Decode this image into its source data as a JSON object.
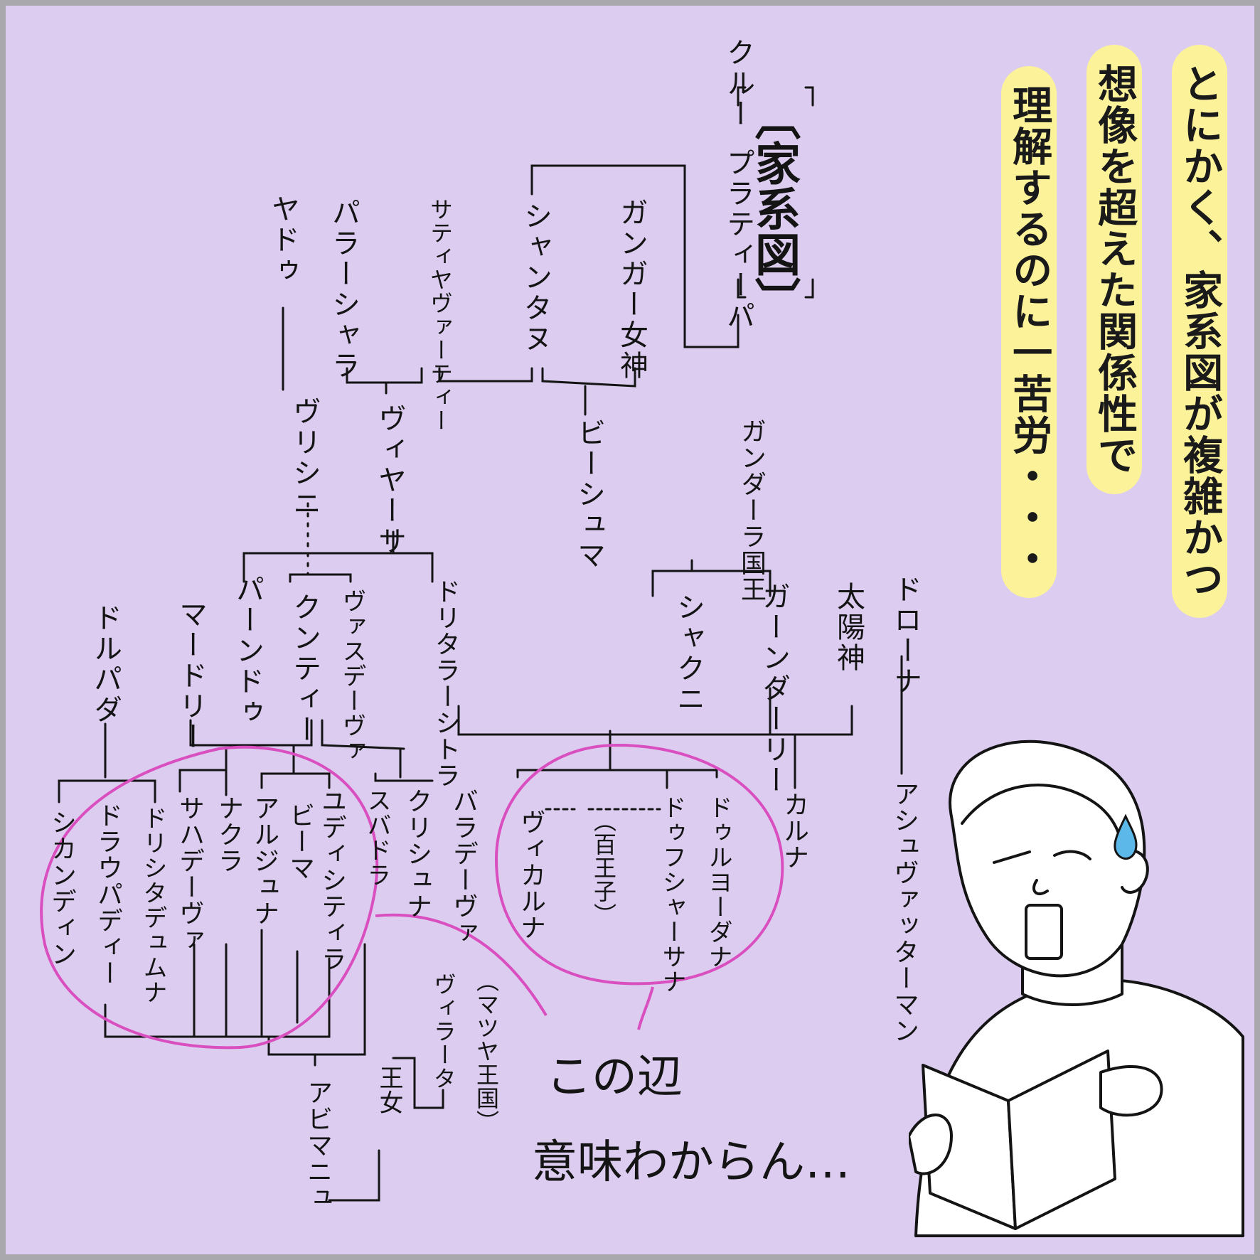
{
  "title": "〔家系図〕",
  "captions": [
    "とにかく、家系図が複雑かつ",
    "想像を超えた関係性で",
    "理解するのに一苦労・・・"
  ],
  "tree": {
    "kuru": "クルー",
    "pratipa": "プラティーパ",
    "ganga": "ガンガー女神",
    "shantanu": "シャンタヌ",
    "satyavati": "サティヤヴァーティー",
    "parashara": "パラーシャラ",
    "yadu": "ヤドゥ",
    "bhishma": "ビーシュマ",
    "vyasa": "ヴィヤーサ",
    "vrishni": "ヴリシニ",
    "gandhara_king": "ガンダーラ国王",
    "shakuni": "シャクニ",
    "gandhari": "ガーンダーリー",
    "surya": "太陽神",
    "drona": "ドローナ",
    "drupada": "ドルパダ",
    "madri": "マードリー",
    "pandu": "パーンドゥ",
    "kunti": "クンティー",
    "vasudeva": "ヴァスデーヴァ",
    "dhritarashtra": "ドリタラーシトラ",
    "shikhandin": "シカンディン",
    "draupadi": "ドラウパディー",
    "dhrishtadyumna": "ドリシタデュムナ",
    "sahadeva": "サハデーヴァ",
    "nakula": "ナクラ",
    "arjuna": "アルジュナ",
    "bhima": "ビーマ",
    "yudhishthira": "ユディシティラ",
    "subhadra": "スバドラ",
    "krishna": "クリシュナ",
    "balarama": "バラデーヴァ",
    "matsya": "（マツヤ王国）",
    "uttara": "ヴィラータ",
    "princess": "王女",
    "abhimanyu": "アビマニュ",
    "vikarna": "ヴィカルナ",
    "hundred": "（百王子）",
    "dushasana": "ドゥフシャーサナ",
    "duryodhana": "ドゥルヨーダナ",
    "karna": "カルナ",
    "ashwatthama": "アシュヴァッターマン"
  },
  "annotation": {
    "line1": "この辺",
    "line2": "意味わからん…"
  },
  "colors": {
    "background": "#dccdf0",
    "border": "#a9a9ad",
    "caption_bg": "#fcf29a",
    "circle": "#d94fc0",
    "ink": "#141414",
    "sweat": "#5bb8e8"
  },
  "icons": [
    "sweat-drop-icon"
  ]
}
